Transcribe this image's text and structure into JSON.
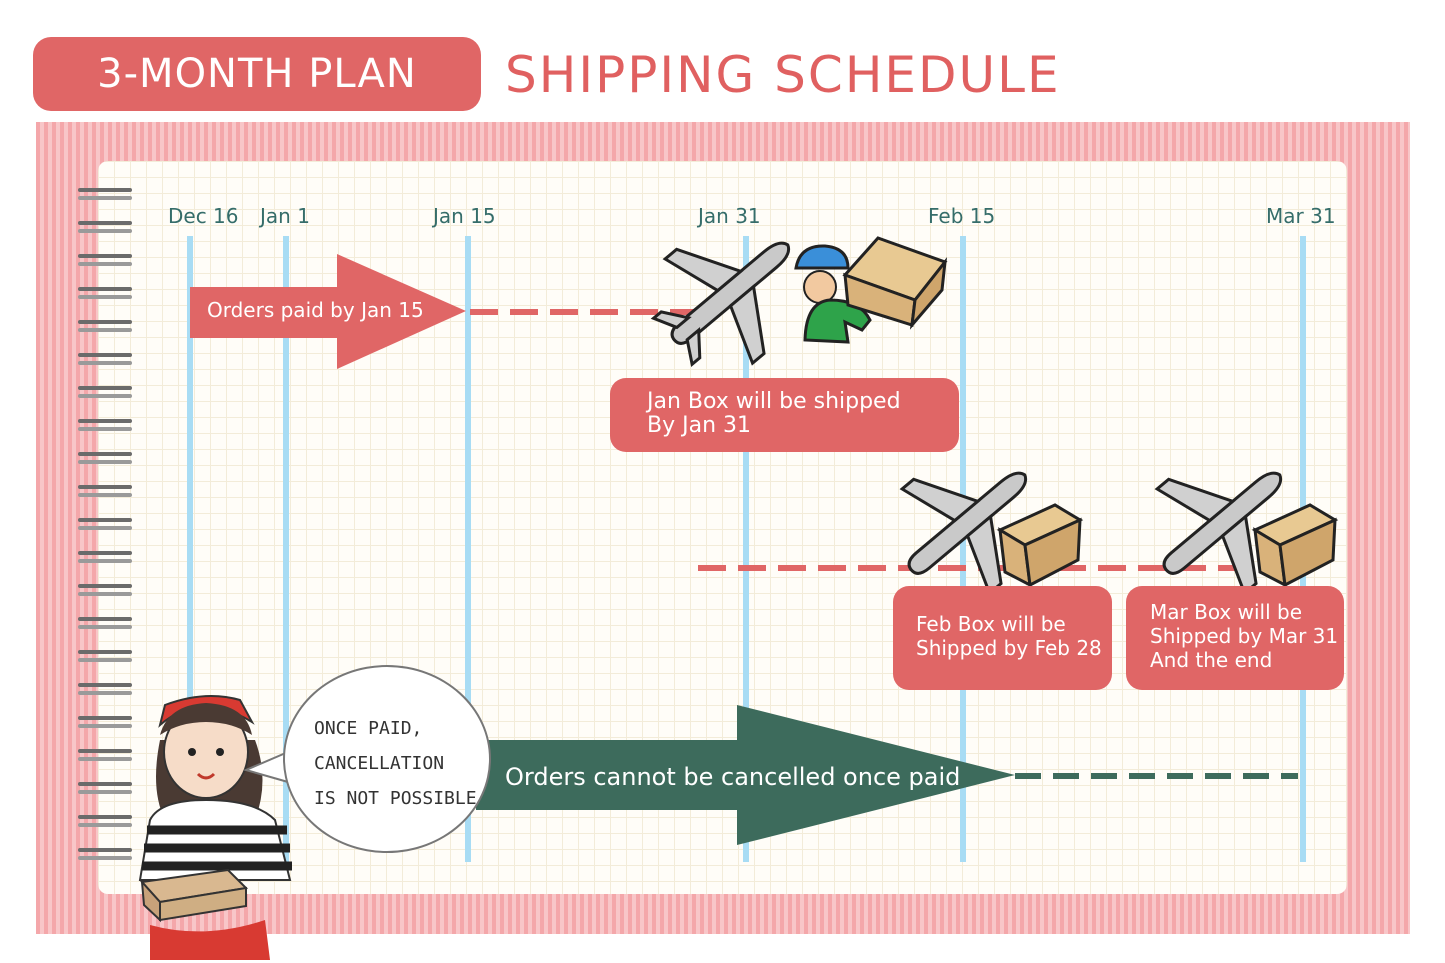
{
  "header": {
    "badge_label": "3-MONTH PLAN",
    "title": "SHIPPING SCHEDULE"
  },
  "timeline": {
    "dates": [
      "Dec 16",
      "Jan 1",
      "Jan 15",
      "Jan 31",
      "Feb 15",
      "Mar 31"
    ]
  },
  "arrows": {
    "orders_paid": "Orders paid by Jan 15",
    "cannot_cancel": "Orders cannot be cancelled once paid"
  },
  "boxes": {
    "jan": [
      "Jan Box will be shipped",
      "By Jan 31"
    ],
    "feb": [
      "Feb Box will be",
      "Shipped by Feb 28"
    ],
    "mar": [
      "Mar Box will be",
      "Shipped by Mar 31",
      "And the end"
    ]
  },
  "speech": [
    "ONCE PAID,",
    "CANCELLATION",
    "IS NOT POSSIBLE"
  ],
  "colors": {
    "accent_red": "#e06666",
    "arrow_green": "#3d6b5c",
    "timeline_blue": "#a8dcf4",
    "board_pink": "#f4a7aa"
  },
  "icons": [
    "airplane-icon",
    "delivery-person-icon",
    "cardboard-box-icon",
    "woman-holding-box-illustration"
  ]
}
